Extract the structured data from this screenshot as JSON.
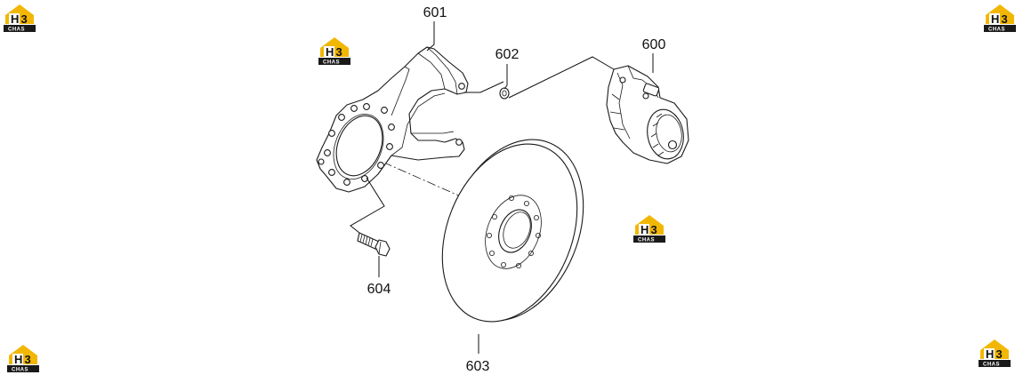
{
  "diagram": {
    "callouts": [
      {
        "id": "600",
        "label": "600"
      },
      {
        "id": "601",
        "label": "601"
      },
      {
        "id": "602",
        "label": "602"
      },
      {
        "id": "603",
        "label": "603"
      },
      {
        "id": "604",
        "label": "604"
      }
    ]
  },
  "watermark": {
    "brand": "H3",
    "sub": "CHAS",
    "color": "#f2b705",
    "dark": "#1a1a1a"
  }
}
